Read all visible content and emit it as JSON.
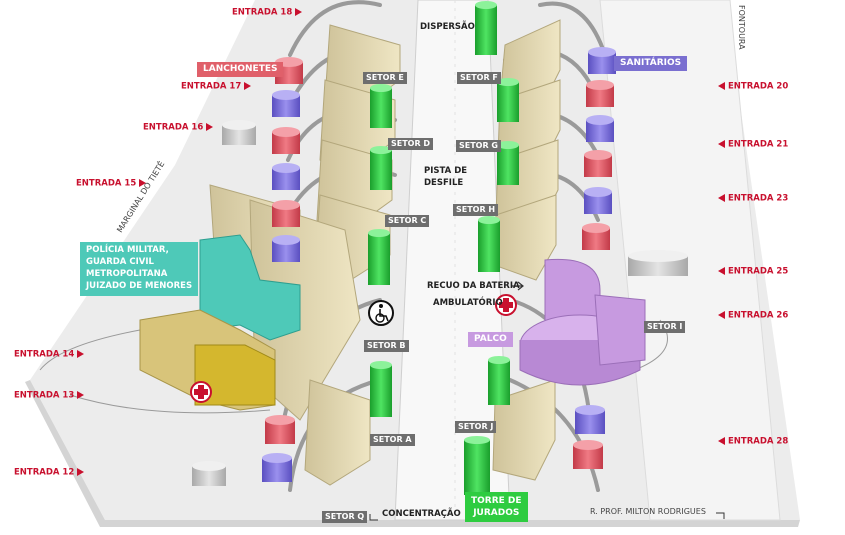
{
  "entradas": {
    "e18": "ENTRADA 18",
    "e17": "ENTRADA 17",
    "e16": "ENTRADA 16",
    "e15": "ENTRADA 15",
    "e14": "ENTRADA 14",
    "e13": "ENTRADA 13",
    "e12": "ENTRADA 12",
    "e20": "ENTRADA 20",
    "e21": "ENTRADA 21",
    "e23": "ENTRADA 23",
    "e25": "ENTRADA 25",
    "e26": "ENTRADA 26",
    "e28": "ENTRADA 28"
  },
  "setores": {
    "a": "SETOR A",
    "b": "SETOR B",
    "c": "SETOR C",
    "d": "SETOR D",
    "e": "SETOR E",
    "f": "SETOR F",
    "g": "SETOR G",
    "h": "SETOR H",
    "i": "SETOR I",
    "j": "SETOR J",
    "q": "SETOR Q"
  },
  "labels": {
    "dispersao": "DISPERSÃO",
    "pista": "PISTA DE\nDESFILE",
    "recuo": "RECUO DA BATERIA",
    "ambulatorio": "AMBULATÓRIO",
    "concentracao": "CONCENTRAÇÃO",
    "lanchonetes": "LANCHONETES",
    "sanitarios": "SANITÁRIOS",
    "palco": "PALCO",
    "torre": "TORRE DE\nJURADOS",
    "policia": "POLÍCIA MILITAR,\nGUARDA CIVIL\nMETROPOLITANA\nJUIZADO DE MENORES"
  },
  "streets": {
    "fontoura": "FONTOURA",
    "marginal": "MARGINAL DO TIETÊ",
    "milton": "R. PROF. MILTON RODRIGUES"
  },
  "colors": {
    "entrada": "#c8102e",
    "lanchonetes": "#e0606a",
    "sanitarios": "#7a6fd0",
    "policia": "#4ec9b8",
    "palco": "#c79ae0",
    "torre": "#2ecc40",
    "stands": "#e6dcb4",
    "setor_tag": "#6e6e6e"
  }
}
